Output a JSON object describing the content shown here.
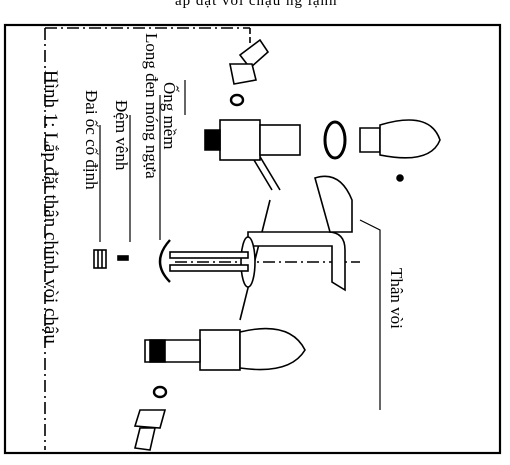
{
  "caption": "Hình 1: Lắp đặt thân chính vòi chậu",
  "labels": {
    "ong_mem": "Ống mềm",
    "long_den": "Long đen móng ngựa",
    "dem_venh": "Đệm vênh",
    "dai_oc": "Đai ốc cố định",
    "than_voi": "Thân vòi"
  },
  "top_text": "ắp đặt vòi chậu ng lạnh"
}
